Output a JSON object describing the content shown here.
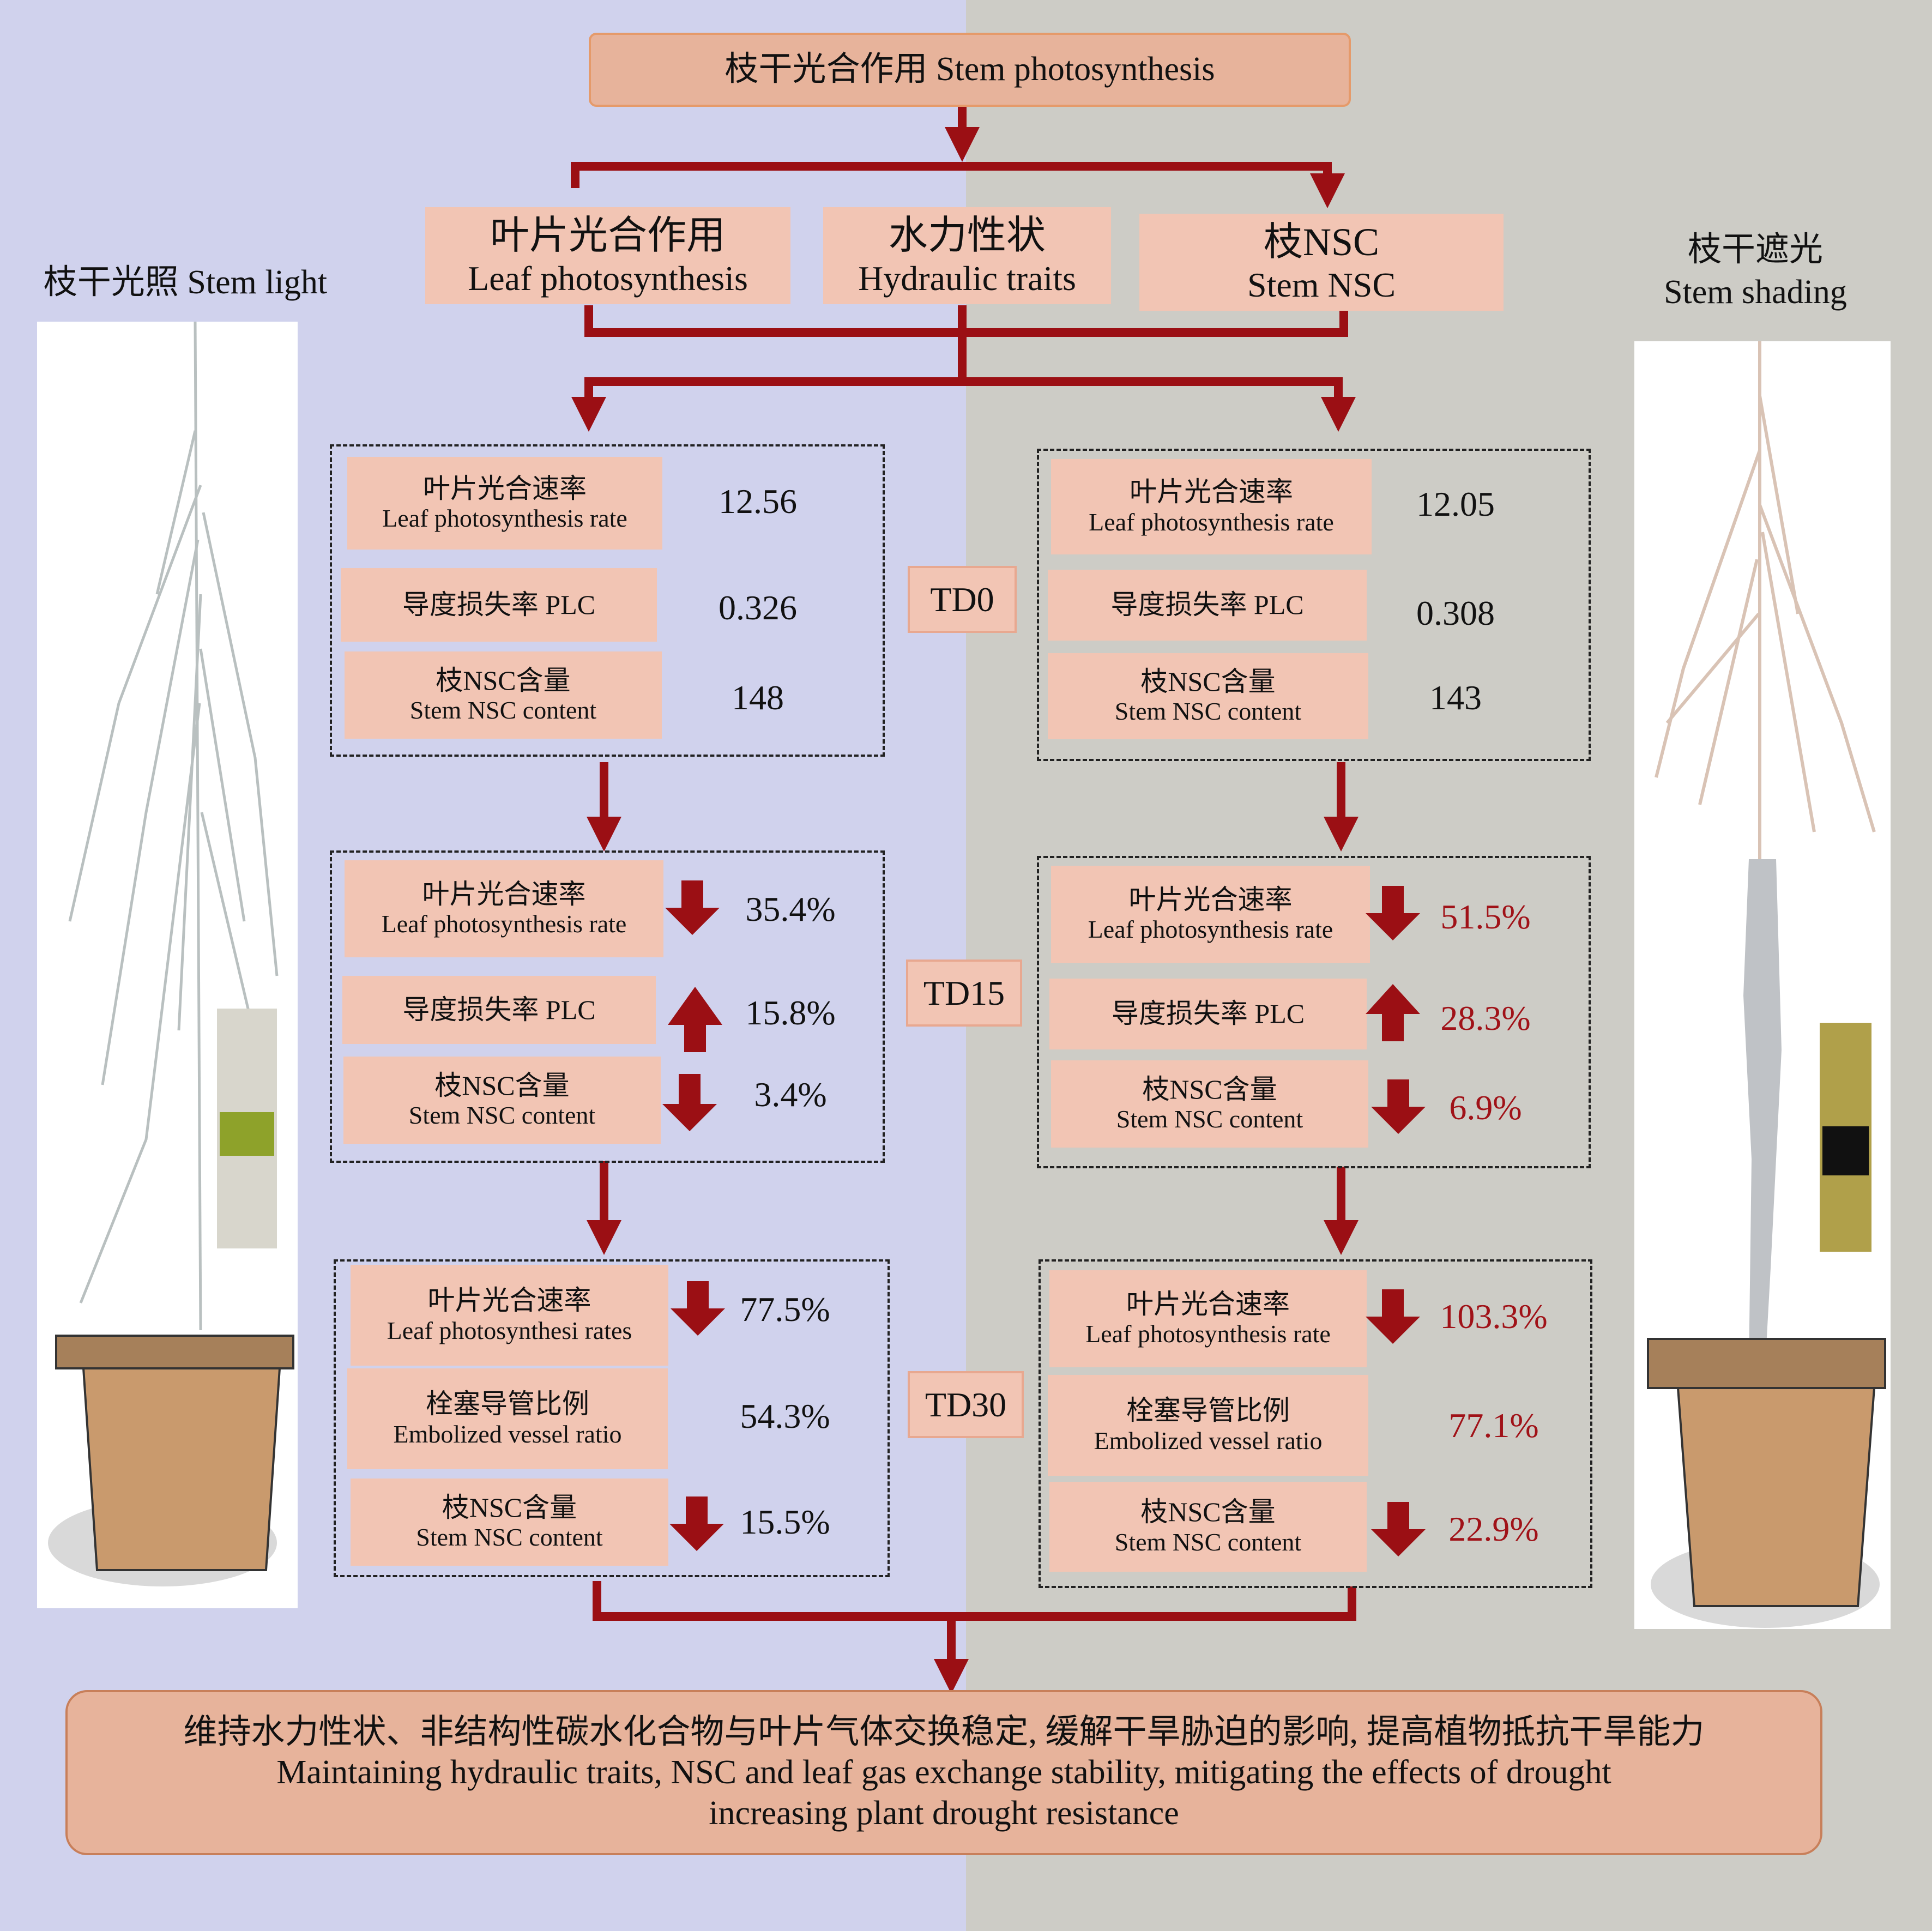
{
  "title": "枝干光合作用 Stem photosynthesis",
  "categories": [
    {
      "zh": "叶片光合作用",
      "en": "Leaf photosynthesis"
    },
    {
      "zh": "水力性状",
      "en": "Hydraulic traits"
    },
    {
      "zh": "枝NSC",
      "en": "Stem NSC"
    }
  ],
  "left_label": "枝干光照 Stem light",
  "right_label": {
    "zh": "枝干遮光",
    "en": "Stem shading"
  },
  "timepoints": [
    "TD0",
    "TD15",
    "TD30"
  ],
  "left": {
    "td0": [
      {
        "zh": "叶片光合速率",
        "en": "Leaf photosynthesis rate",
        "value": "12.56"
      },
      {
        "zh": "导度损失率 PLC",
        "en": "",
        "value": "0.326"
      },
      {
        "zh": "枝NSC含量",
        "en": "Stem NSC content",
        "value": "148"
      }
    ],
    "td15": [
      {
        "zh": "叶片光合速率",
        "en": "Leaf photosynthesis rate",
        "value": "35.4%",
        "dir": "down"
      },
      {
        "zh": "导度损失率 PLC",
        "en": "",
        "value": "15.8%",
        "dir": "up"
      },
      {
        "zh": "枝NSC含量",
        "en": "Stem NSC content",
        "value": "3.4%",
        "dir": "down"
      }
    ],
    "td30": [
      {
        "zh": "叶片光合速率",
        "en": "Leaf photosynthesi rates",
        "value": "77.5%",
        "dir": "down"
      },
      {
        "zh": "栓塞导管比例",
        "en": "Embolized vessel ratio",
        "value": "54.3%",
        "dir": ""
      },
      {
        "zh": "枝NSC含量",
        "en": "Stem NSC content",
        "value": "15.5%",
        "dir": "down"
      }
    ]
  },
  "right": {
    "td0": [
      {
        "zh": "叶片光合速率",
        "en": "Leaf photosynthesis rate",
        "value": "12.05"
      },
      {
        "zh": "导度损失率 PLC",
        "en": "",
        "value": "0.308"
      },
      {
        "zh": "枝NSC含量",
        "en": "Stem NSC content",
        "value": "143"
      }
    ],
    "td15": [
      {
        "zh": "叶片光合速率",
        "en": "Leaf photosynthesis rate",
        "value": "51.5%",
        "dir": "down"
      },
      {
        "zh": "导度损失率 PLC",
        "en": "",
        "value": "28.3%",
        "dir": "up"
      },
      {
        "zh": "枝NSC含量",
        "en": "Stem NSC content",
        "value": "6.9%",
        "dir": "down"
      }
    ],
    "td30": [
      {
        "zh": "叶片光合速率",
        "en": "Leaf photosynthesis rate",
        "value": "103.3%",
        "dir": "down"
      },
      {
        "zh": "栓塞导管比例",
        "en": "Embolized vessel ratio",
        "value": "77.1%",
        "dir": ""
      },
      {
        "zh": "枝NSC含量",
        "en": "Stem NSC content",
        "value": "22.9%",
        "dir": "down"
      }
    ]
  },
  "conclusion": {
    "zh": "维持水力性状、非结构性碳水化合物与叶片气体交换稳定, 缓解干旱胁迫的影响, 提高植物抵抗干旱能力",
    "en1": "Maintaining hydraulic traits, NSC and leaf gas exchange stability, mitigating the effects of drought",
    "en2": "increasing plant drought resistance"
  },
  "colors": {
    "arrow": "#9b0f14",
    "box_fill": "#f2c5b4",
    "left_bg": "#d0d2ed",
    "right_bg": "#cdccc6",
    "right_value_text": "#a01218"
  }
}
